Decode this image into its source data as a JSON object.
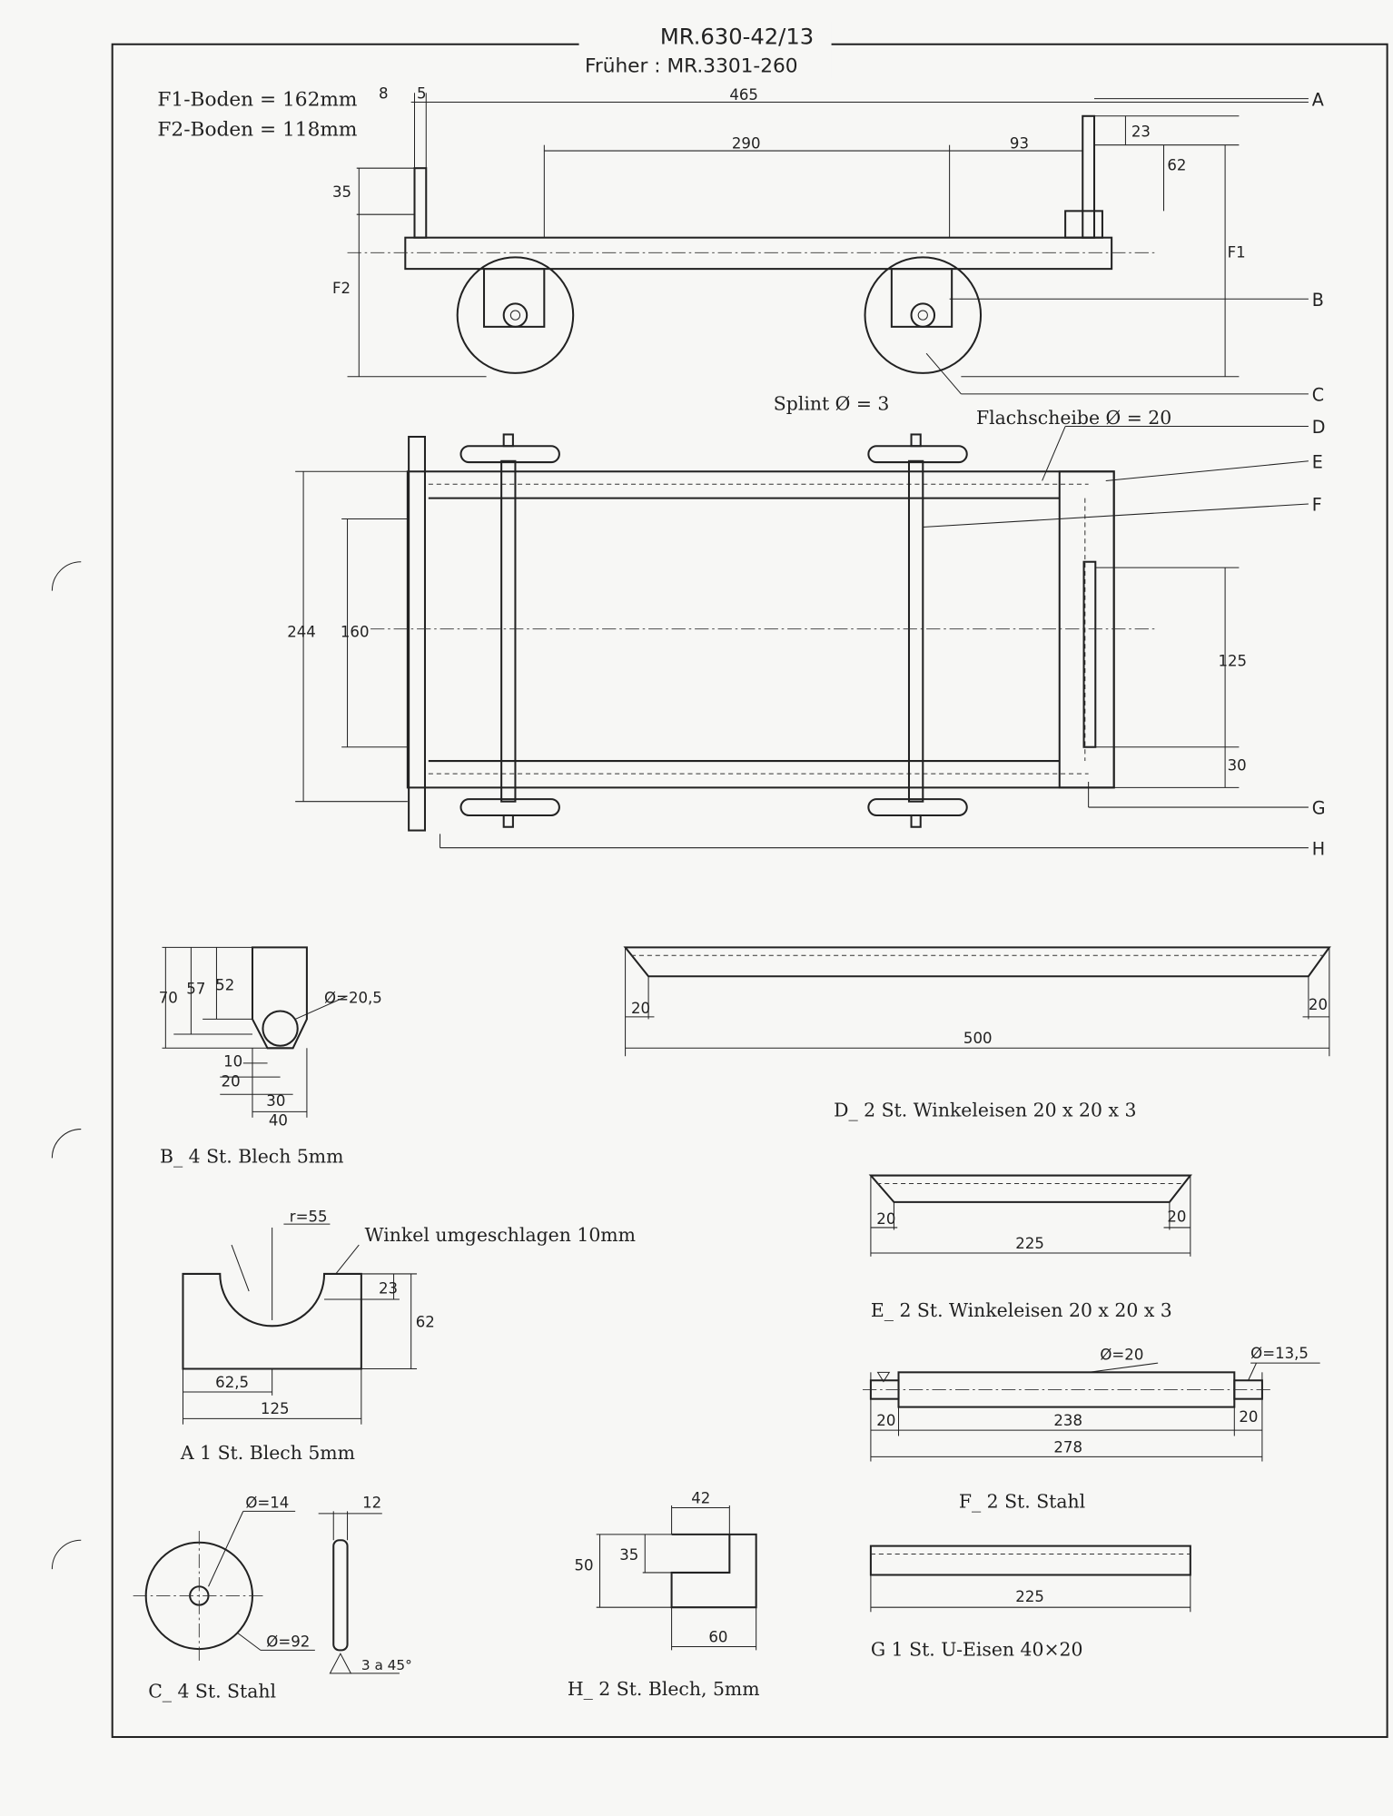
{
  "title": {
    "number": "MR.630-42/13",
    "former": "Früher : MR.3301-260"
  },
  "notes": {
    "f1": "F1-Boden = 162mm",
    "f2": "F2-Boden = 118mm"
  },
  "main_view": {
    "dims": {
      "d8": "8",
      "d5": "5",
      "d465": "465",
      "d290": "290",
      "d93": "93",
      "d23": "23",
      "d62": "62",
      "d35": "35",
      "f1": "F1",
      "f2": "F2",
      "d244": "244",
      "d160": "160",
      "d125": "125",
      "d30": "30"
    },
    "callouts": [
      "A",
      "B",
      "C",
      "D",
      "E",
      "F",
      "G",
      "H"
    ],
    "splint": "Splint  Ø = 3",
    "washer": "Flachscheibe Ø = 20"
  },
  "parts": {
    "B": {
      "caption": "B_ 4 St.  Blech 5mm",
      "dims": [
        "70",
        "57",
        "52",
        "Ø=20,5",
        "10",
        "20",
        "30",
        "40"
      ]
    },
    "A": {
      "caption": "A 1 St.  Blech 5mm",
      "note": "Winkel umgeschlagen 10mm",
      "dims": [
        "r=55",
        "23",
        "62",
        "62,5",
        "125"
      ]
    },
    "C": {
      "caption": "C_ 4 St.  Stahl",
      "dims": [
        "Ø=14",
        "Ø=92",
        "12",
        "3 a 45°"
      ]
    },
    "H": {
      "caption": "H_ 2 St.  Blech,  5mm",
      "dims": [
        "42",
        "35",
        "50",
        "60"
      ]
    },
    "D": {
      "caption": "D_ 2 St.  Winkeleisen 20 x 20 x 3",
      "dims": [
        "20",
        "20",
        "500"
      ]
    },
    "E": {
      "caption": "E_ 2 St.  Winkeleisen 20 x 20 x 3",
      "dims": [
        "20",
        "20",
        "225"
      ]
    },
    "F": {
      "caption": "F_ 2 St.  Stahl",
      "dims": [
        "Ø=20",
        "Ø=13,5",
        "20",
        "238",
        "20",
        "278"
      ]
    },
    "G": {
      "caption": "G 1 St.  U-Eisen 40×20",
      "dims": [
        "225"
      ]
    }
  }
}
